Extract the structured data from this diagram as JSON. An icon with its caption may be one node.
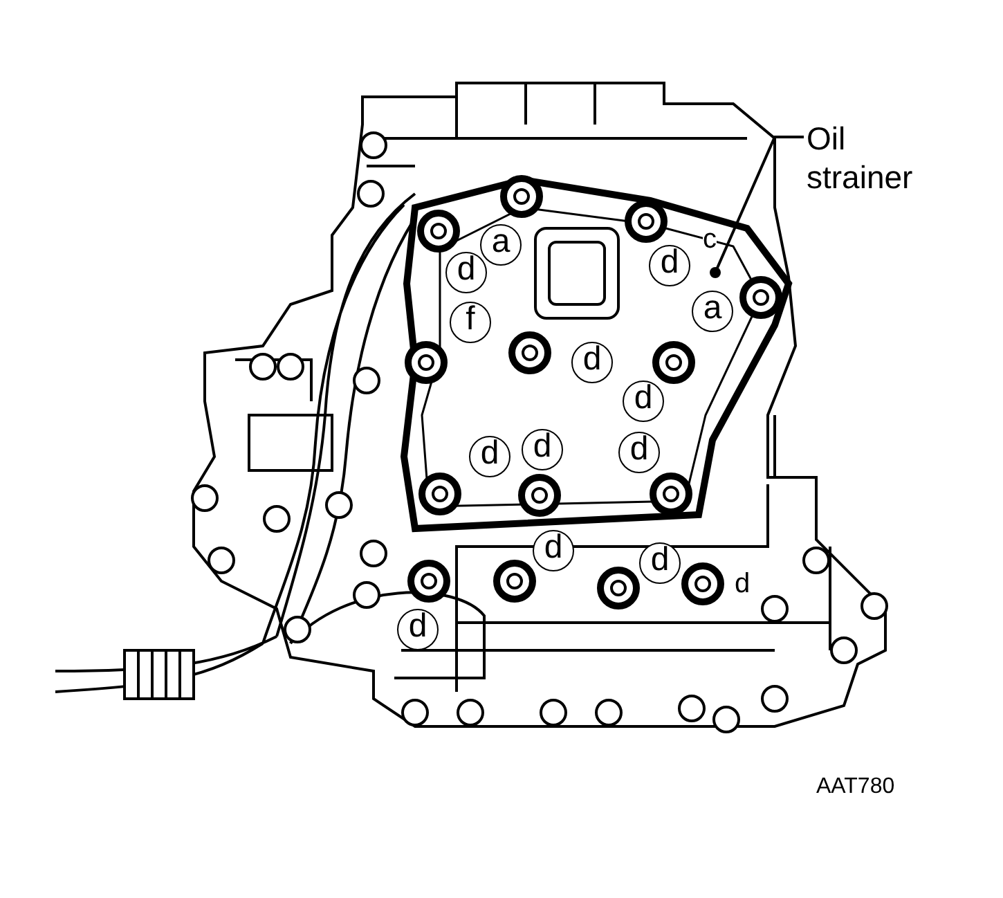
{
  "diagram": {
    "nodes": [
      {
        "text": [
          "Oil strainer"
        ]
      },
      {
        "text": [],
        "shape": "picture"
      }
    ],
    "edges": [
      {
        "from": 0,
        "to": 1,
        "arrow": "none"
      }
    ],
    "labels": [
      "c",
      "a",
      "d",
      "d",
      "a",
      "f",
      "d",
      "d",
      "d",
      "d",
      "d",
      "d",
      "d",
      "d",
      "d",
      "AAT780"
    ]
  }
}
